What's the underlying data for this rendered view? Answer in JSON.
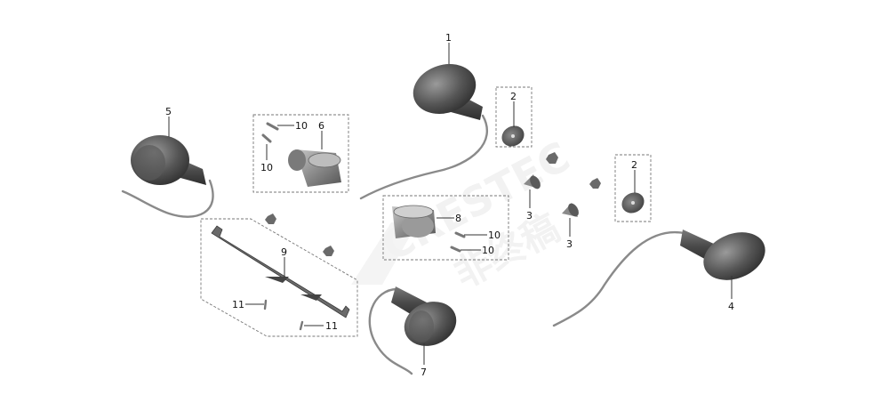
{
  "diagram": {
    "title": "Turn signal lamps exploded view",
    "watermark": {
      "brand": "CRESTEC",
      "notice": "非终稿"
    },
    "callouts": [
      {
        "id": "c1",
        "label": "1",
        "part": "front-right-turn-signal"
      },
      {
        "id": "c2a",
        "label": "2",
        "part": "grommet"
      },
      {
        "id": "c2b",
        "label": "2",
        "part": "grommet"
      },
      {
        "id": "c3a",
        "label": "3",
        "part": "collar"
      },
      {
        "id": "c3b",
        "label": "3",
        "part": "collar"
      },
      {
        "id": "c4",
        "label": "4",
        "part": "rear-right-turn-signal"
      },
      {
        "id": "c5",
        "label": "5",
        "part": "front-left-turn-signal"
      },
      {
        "id": "c6",
        "label": "6",
        "part": "clamp-bracket"
      },
      {
        "id": "c7",
        "label": "7",
        "part": "rear-left-turn-signal"
      },
      {
        "id": "c8",
        "label": "8",
        "part": "clamp-bracket"
      },
      {
        "id": "c9",
        "label": "9",
        "part": "mounting-plate"
      },
      {
        "id": "c10a",
        "label": "10",
        "part": "screw"
      },
      {
        "id": "c10b",
        "label": "10",
        "part": "screw"
      },
      {
        "id": "c10c",
        "label": "10",
        "part": "screw"
      },
      {
        "id": "c10d",
        "label": "10",
        "part": "screw"
      },
      {
        "id": "c11a",
        "label": "11",
        "part": "bolt"
      },
      {
        "id": "c11b",
        "label": "11",
        "part": "bolt"
      }
    ]
  }
}
